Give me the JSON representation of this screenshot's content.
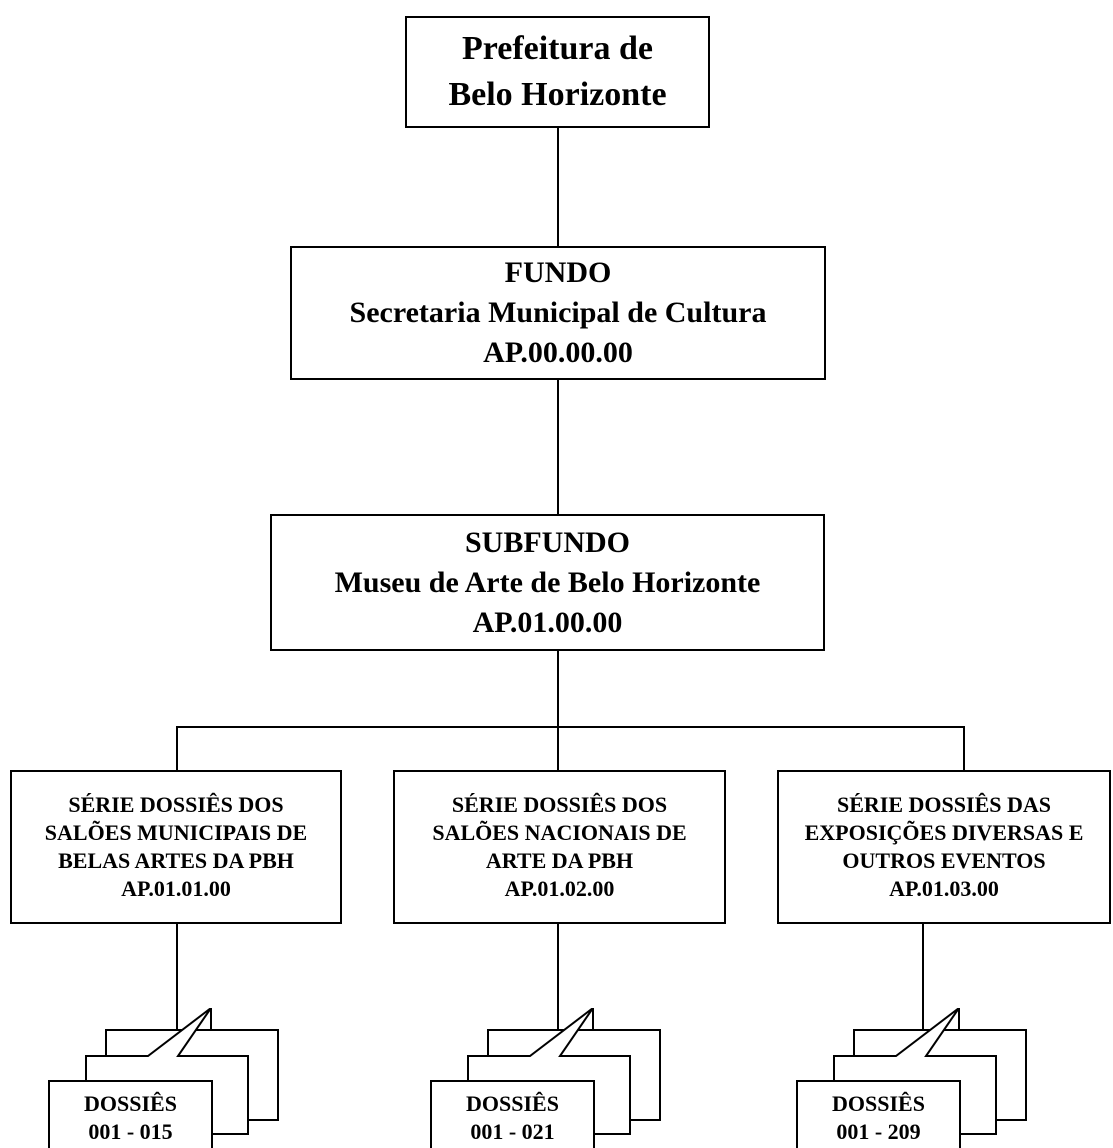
{
  "top": {
    "line1": "Prefeitura de",
    "line2": "Belo Horizonte"
  },
  "fundo": {
    "label": "FUNDO",
    "name": "Secretaria Municipal de Cultura",
    "code": "AP.00.00.00"
  },
  "subfundo": {
    "label": "SUBFUNDO",
    "name": "Museu de Arte de Belo Horizonte",
    "code": "AP.01.00.00"
  },
  "series": [
    {
      "line1": "SÉRIE DOSSIÊS DOS",
      "line2": "SALÕES MUNICIPAIS DE",
      "line3": "BELAS ARTES DA PBH",
      "code": "AP.01.01.00"
    },
    {
      "line1": "SÉRIE DOSSIÊS DOS",
      "line2": "SALÕES NACIONAIS DE",
      "line3": "ARTE DA PBH",
      "code": "AP.01.02.00"
    },
    {
      "line1": "SÉRIE DOSSIÊS DAS",
      "line2": "EXPOSIÇÕES DIVERSAS E",
      "line3": "OUTROS EVENTOS",
      "code": "AP.01.03.00"
    }
  ],
  "dossies": [
    {
      "label": "DOSSIÊS",
      "range": "001 - 015"
    },
    {
      "label": "DOSSIÊS",
      "range": "001 - 021"
    },
    {
      "label": "DOSSIÊS",
      "range": "001 - 209"
    }
  ]
}
